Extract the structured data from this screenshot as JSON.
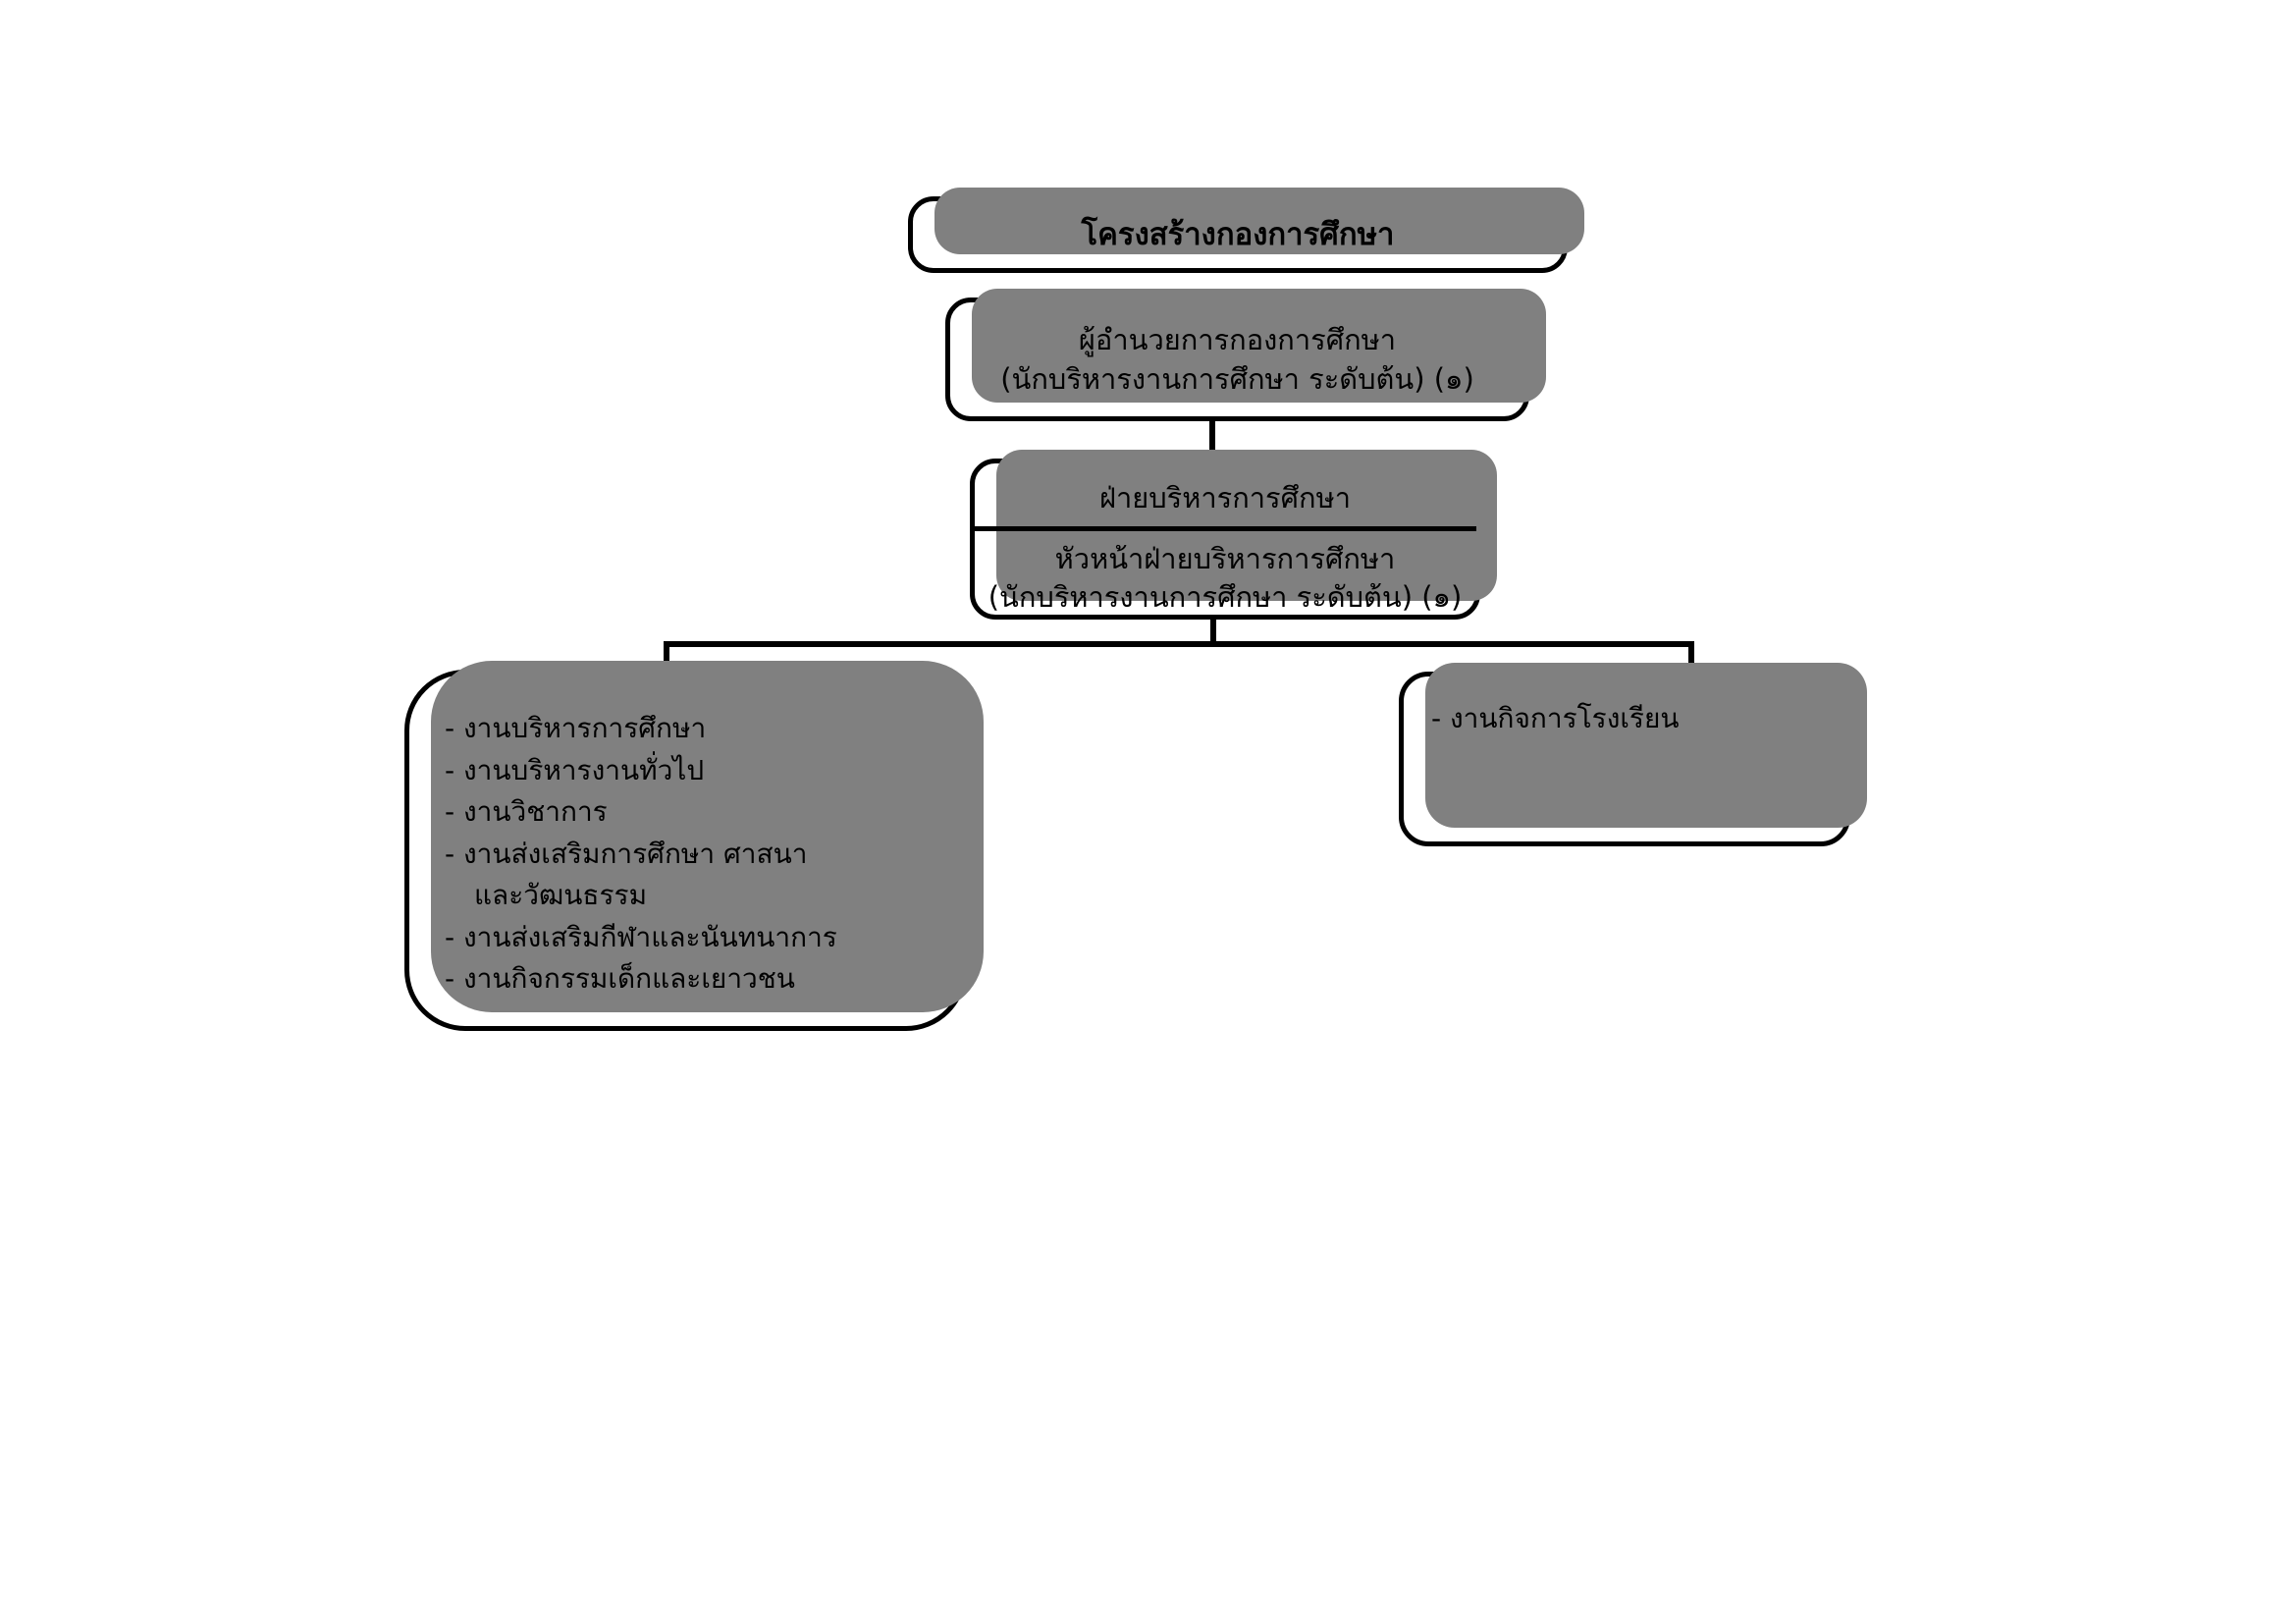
{
  "chart_type": "org-chart",
  "page": {
    "background_color": "#ffffff",
    "line_color": "#000000",
    "shadow_color": "#808080"
  },
  "nodes": {
    "title": {
      "label": "โครงสร้างกองการศึกษา"
    },
    "director": {
      "line1": "ผู้อำนวยการกองการศึกษา",
      "line2": "(นักบริหารงานการศึกษา ระดับต้น) (๑)"
    },
    "division": {
      "header": "ฝ่ายบริหารการศึกษา",
      "line1": "หัวหน้าฝ่ายบริหารการศึกษา",
      "line2": "(นักบริหารงานการศึกษา ระดับต้น) (๑)"
    },
    "tasks_left": {
      "items": [
        {
          "label": "- งานบริหารการศึกษา",
          "continuation": ""
        },
        {
          "label": "- งานบริหารงานทั่วไป",
          "continuation": ""
        },
        {
          "label": "- งานวิชาการ",
          "continuation": ""
        },
        {
          "label": "- งานส่งเสริมการศึกษา ศาสนา",
          "continuation": "และวัฒนธรรม"
        },
        {
          "label": "- งานส่งเสริมกีฬาและนันทนาการ",
          "continuation": ""
        },
        {
          "label": "- งานกิจกรรมเด็กและเยาวชน",
          "continuation": ""
        }
      ]
    },
    "tasks_right": {
      "items": [
        {
          "label": "- งานกิจการโรงเรียน",
          "continuation": ""
        }
      ]
    }
  }
}
